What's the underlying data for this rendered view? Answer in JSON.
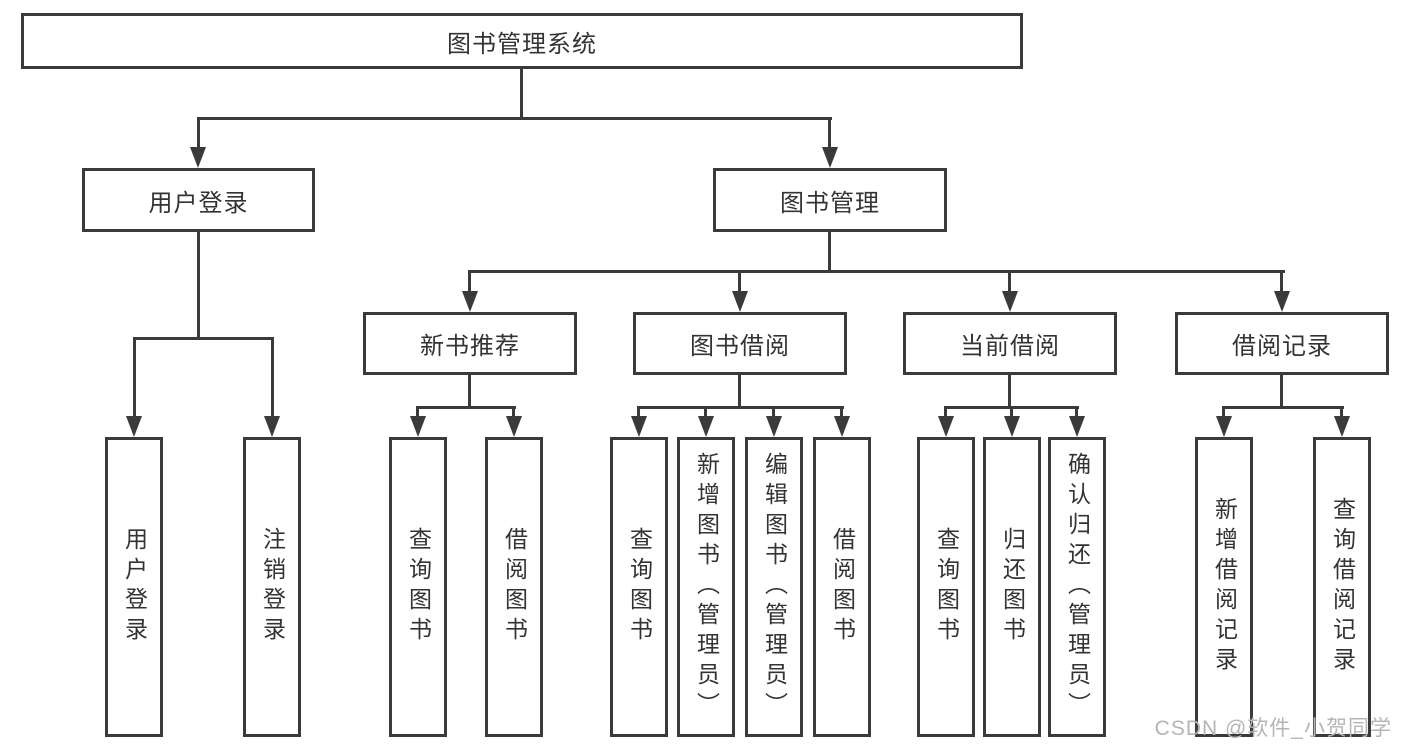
{
  "diagram_type": "hierarchy-tree",
  "tree": {
    "label": "图书管理系统",
    "children": [
      {
        "label": "用户登录",
        "children": [
          {
            "label": "用户登录"
          },
          {
            "label": "注销登录"
          }
        ]
      },
      {
        "label": "图书管理",
        "children": [
          {
            "label": "新书推荐",
            "children": [
              {
                "label": "查询图书"
              },
              {
                "label": "借阅图书"
              }
            ]
          },
          {
            "label": "图书借阅",
            "children": [
              {
                "label": "查询图书"
              },
              {
                "label": "新增图书（管理员）"
              },
              {
                "label": "编辑图书（管理员）"
              },
              {
                "label": "借阅图书"
              }
            ]
          },
          {
            "label": "当前借阅",
            "children": [
              {
                "label": "查询图书"
              },
              {
                "label": "归还图书"
              },
              {
                "label": "确认归还（管理员）"
              }
            ]
          },
          {
            "label": "借阅记录",
            "children": [
              {
                "label": "新增借阅记录"
              },
              {
                "label": "查询借阅记录"
              }
            ]
          }
        ]
      }
    ]
  },
  "watermark": "CSDN @软件_小贺同学",
  "colors": {
    "line": "#3a3a3a",
    "text": "#333333",
    "wm": "#b5b5b5",
    "bg": "#ffffff"
  }
}
